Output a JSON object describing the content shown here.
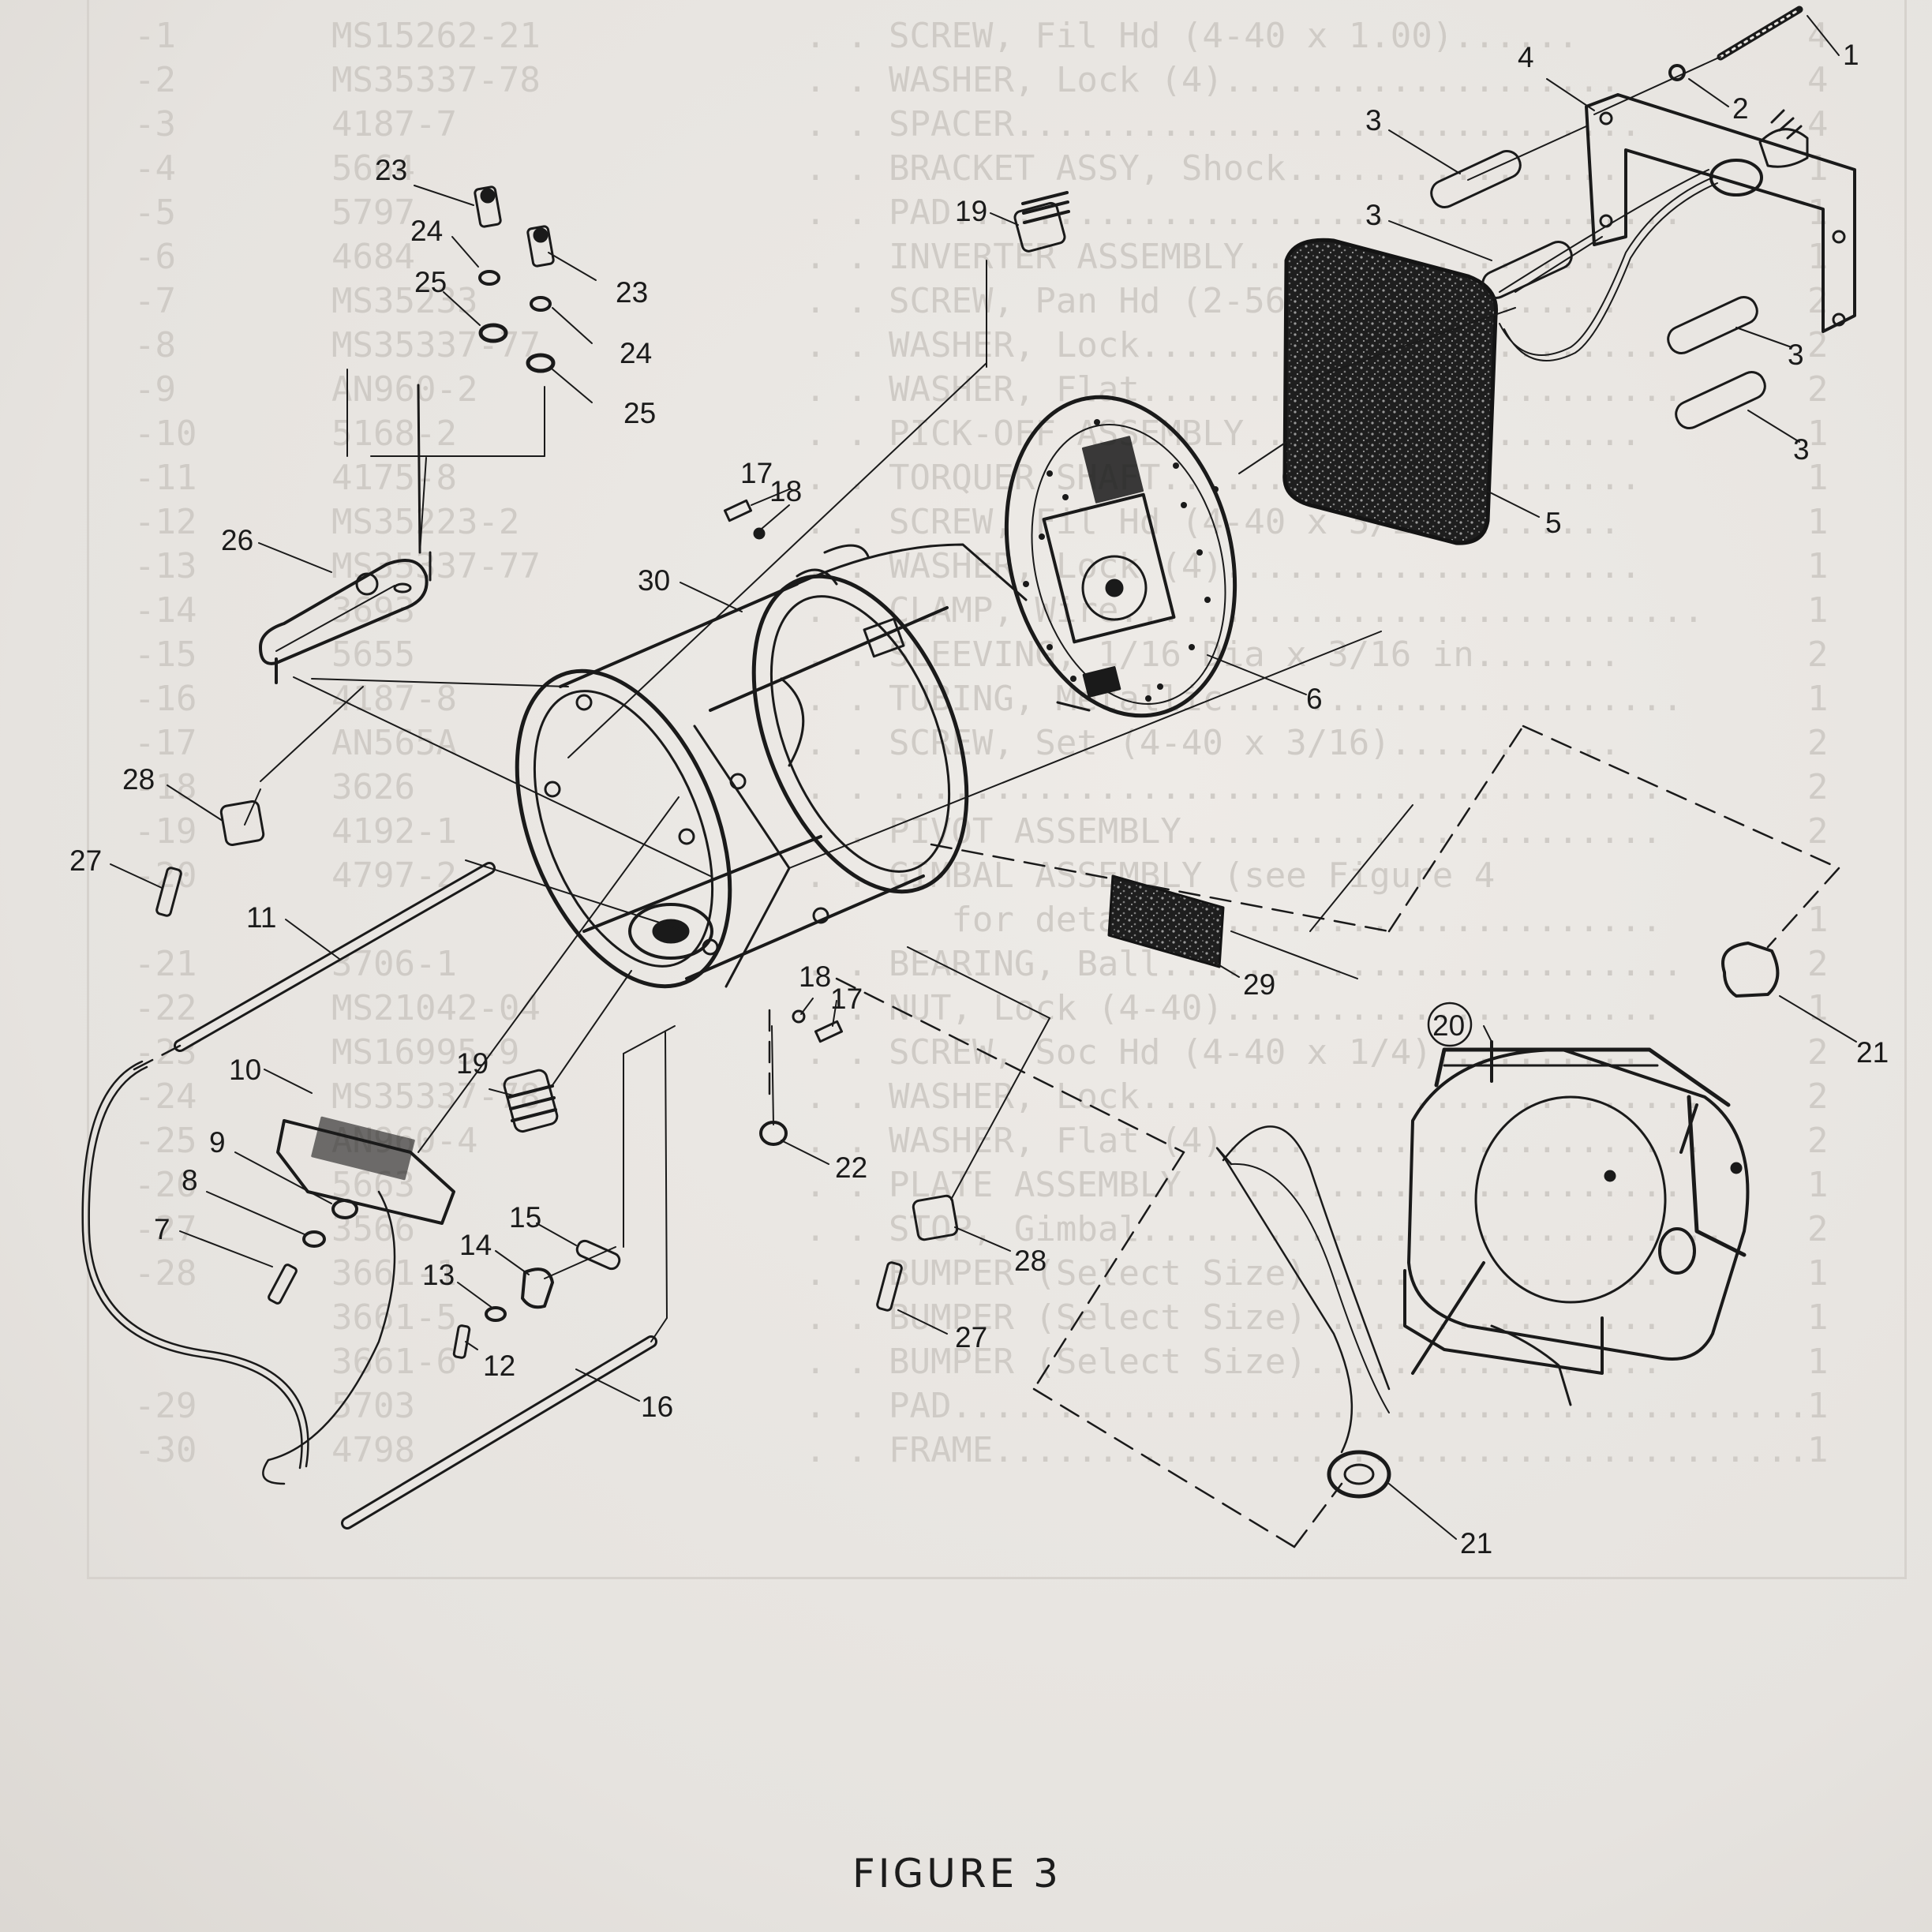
{
  "figure": {
    "caption": "FIGURE 3"
  },
  "ghost_parts_list": [
    {
      "index": "-1",
      "part": "MS15262-21",
      "desc": ". . SCREW, Fil Hd (4-40 x 1.00)......",
      "qty": "4"
    },
    {
      "index": "-2",
      "part": "MS35337-78",
      "desc": ". . WASHER, Lock (4)...................",
      "qty": "4"
    },
    {
      "index": "-3",
      "part": "4187-7",
      "desc": ". . SPACER..............................",
      "qty": "4"
    },
    {
      "index": "-4",
      "part": "5664",
      "desc": ". . BRACKET ASSY, Shock................",
      "qty": "1"
    },
    {
      "index": "-5",
      "part": "5797",
      "desc": ". . PAD...................................",
      "qty": "1"
    },
    {
      "index": "-6",
      "part": "4684",
      "desc": ". . INVERTER ASSEMBLY...................",
      "qty": "1"
    },
    {
      "index": "-7",
      "part": "MS35233",
      "desc": ". . SCREW, Pan Hd (2-56)...............",
      "qty": "2"
    },
    {
      "index": "-8",
      "part": "MS35337-77",
      "desc": ". . WASHER, Lock.........................",
      "qty": "2"
    },
    {
      "index": "-9",
      "part": "AN960-2",
      "desc": ". . WASHER, Flat..........................",
      "qty": "2"
    },
    {
      "index": "-10",
      "part": "5168-2",
      "desc": ". . PICK-OFF ASSEMBLY...................",
      "qty": "1"
    },
    {
      "index": "-11",
      "part": "4175-8",
      "desc": ". . TORQUER SHAFT.......................",
      "qty": "1"
    },
    {
      "index": "-12",
      "part": "MS35223-2",
      "desc": ". . SCREW, Fil Hd (4-40 x 3/16)........",
      "qty": "1"
    },
    {
      "index": "-13",
      "part": "MS35337-77",
      "desc": ". . WASHER, Lock (4)....................",
      "qty": "1"
    },
    {
      "index": "-14",
      "part": "3693",
      "desc": ". . CLAMP, Wire............................",
      "qty": "1"
    },
    {
      "index": "-15",
      "part": "5655",
      "desc": ". . SLEEVING, 1/16 Dia x 3/16 in.......",
      "qty": "2"
    },
    {
      "index": "-16",
      "part": "4187-8",
      "desc": ". . TUBING, Metallic......................",
      "qty": "1"
    },
    {
      "index": "-17",
      "part": "AN565A",
      "desc": ". . SCREW, Set (4-40 x 3/16)...........",
      "qty": "2"
    },
    {
      "index": "-18",
      "part": "3626",
      "desc": ". . .....................................",
      "qty": "2"
    },
    {
      "index": "-19",
      "part": "4192-1",
      "desc": ". . PIVOT ASSEMBLY.......................",
      "qty": "2"
    },
    {
      "index": "-20",
      "part": "4797-2",
      "desc": ". . GIMBAL ASSEMBLY (see Figure 4",
      "qty": ""
    },
    {
      "index": "",
      "part": "",
      "desc": "       for details)......................",
      "qty": "1"
    },
    {
      "index": "-21",
      "part": "3706-1",
      "desc": ". . BEARING, Ball.........................",
      "qty": "2"
    },
    {
      "index": "-22",
      "part": "MS21042-04",
      "desc": ". . NUT, Lock (4-40).....................",
      "qty": "1"
    },
    {
      "index": "-23",
      "part": "MS16995-9",
      "desc": ". . SCREW, Soc Hd (4-40 x 1/4)..........",
      "qty": "2"
    },
    {
      "index": "-24",
      "part": "MS35337-78",
      "desc": ". . WASHER, Lock...........................",
      "qty": "2"
    },
    {
      "index": "-25",
      "part": "AN960-4",
      "desc": ". . WASHER, Flat (4).......................",
      "qty": "2"
    },
    {
      "index": "-26",
      "part": "5663",
      "desc": ". . PLATE ASSEMBLY........................",
      "qty": "1"
    },
    {
      "index": "-27",
      "part": "3566",
      "desc": ". . STOP, Gimbal............................",
      "qty": "2"
    },
    {
      "index": "-28",
      "part": "3661-1",
      "desc": ". . BUMPER (Select Size).................",
      "qty": "1"
    },
    {
      "index": "",
      "part": "3661-5",
      "desc": ". . BUMPER (Select Size).................",
      "qty": "1"
    },
    {
      "index": "",
      "part": "3661-6",
      "desc": ". . BUMPER (Select Size).................",
      "qty": "1"
    },
    {
      "index": "-29",
      "part": "5703",
      "desc": ". . PAD.........................................",
      "qty": "1"
    },
    {
      "index": "-30",
      "part": "4798",
      "desc": ". . FRAME.......................................",
      "qty": "1"
    }
  ],
  "callouts": {
    "c1": "1",
    "c2": "2",
    "c3a": "3",
    "c3b": "3",
    "c3c": "3",
    "c3d": "3",
    "c4": "4",
    "c5": "5",
    "c6": "6",
    "c7": "7",
    "c8": "8",
    "c9": "9",
    "c10": "10",
    "c11": "11",
    "c12": "12",
    "c13": "13",
    "c14": "14",
    "c15": "15",
    "c16": "16",
    "c17a": "17",
    "c17b": "17",
    "c18a": "18",
    "c18b": "18",
    "c19a": "19",
    "c19b": "19",
    "c20": "20",
    "c21a": "21",
    "c21b": "21",
    "c22": "22",
    "c23a": "23",
    "c23b": "23",
    "c24a": "24",
    "c24b": "24",
    "c25a": "25",
    "c25b": "25",
    "c26": "26",
    "c27a": "27",
    "c27b": "27",
    "c28a": "28",
    "c28b": "28",
    "c29": "29",
    "c30": "30"
  },
  "colors": {
    "ink": "#1a1a1a",
    "paper": "#e9e6e2",
    "ghost": "#cfcbc6"
  }
}
